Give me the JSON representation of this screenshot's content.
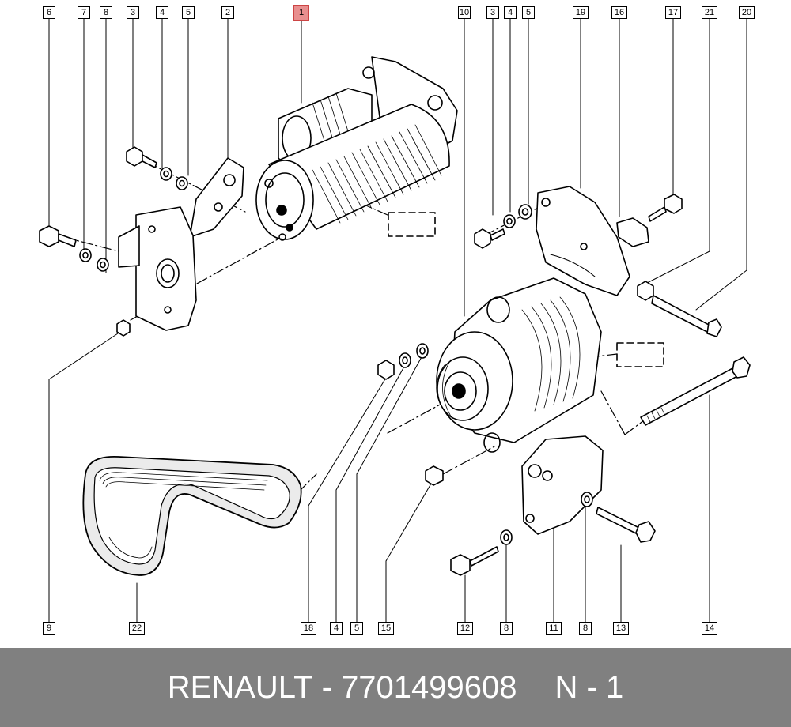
{
  "callouts": {
    "top": [
      "6",
      "7",
      "8",
      "3",
      "4",
      "5",
      "2",
      "1",
      "10",
      "3",
      "4",
      "5",
      "19",
      "16",
      "17",
      "21",
      "20"
    ],
    "bottom": [
      "9",
      "22",
      "18",
      "4",
      "5",
      "15",
      "12",
      "8",
      "11",
      "8",
      "13",
      "14"
    ],
    "highlighted": "1"
  },
  "footer": {
    "brand": "RENAULT",
    "separator": " - ",
    "part_number": "7701499608",
    "sheet": "N - 1"
  },
  "colors": {
    "highlight": "#e88f8f",
    "footer_bg": "#808080",
    "footer_text": "#ffffff"
  }
}
